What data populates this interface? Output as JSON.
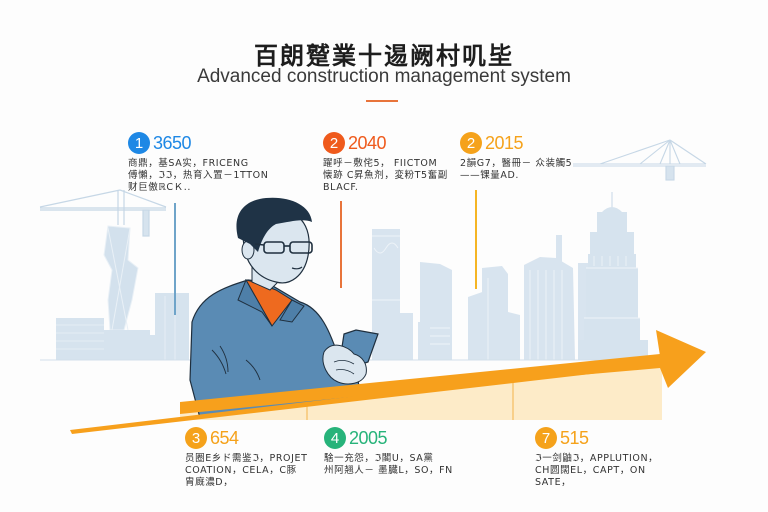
{
  "header": {
    "title_cn": "百朗蹵業十逷阙村叽坒",
    "title_en": "Advanced construction management system",
    "rule_color": "#e8743b"
  },
  "colors": {
    "arrow": "#f7a01c",
    "band": "#fdebc8",
    "skyline": "#d6e3ee",
    "skyline_line": "#bfd2e2",
    "jacket": "#5a8bb4",
    "shirt": "#ee6a1f",
    "hair": "#1f3346",
    "skin": "#dbe6ef"
  },
  "milestones": [
    {
      "number": "1",
      "value": "3650",
      "color": "#1e88e5",
      "desc": "商鼎，基SA实，FRICENG\n傅懶，ℑℑ，热育入置－1TTON\n财巨傲ℝCＫ..",
      "position": "top"
    },
    {
      "number": "2",
      "value": "2040",
      "color": "#ef5a1c",
      "desc": "躍呼－敷侘5，  FIICTOM\n懐跡 C昇魚剂，変粉T5奮副\nBLACF.",
      "position": "top"
    },
    {
      "number": "2",
      "value": "2015",
      "color": "#f5a21b",
      "desc": "2韻G7，醫冊－ 众装觸5\n——锞量AD.",
      "position": "top"
    },
    {
      "number": "3",
      "value": "654",
      "color": "#f5a21b",
      "desc": "员圈E乡ド需鉴ℑ，PROJET\nCOATION，CELA，C豚\n胄廐濃D，",
      "position": "bottom"
    },
    {
      "number": "4",
      "value": "2005",
      "color": "#27b37a",
      "desc": "騇一充怨，ℑ閣U，SA黨\n州阿翘人－ 墨臓L，SO，FN",
      "position": "bottom"
    },
    {
      "number": "7",
      "value": "515",
      "color": "#f5a21b",
      "desc": "ℑ一剑鼬ℑ，APPLUTION，\nCH圆闊EL，CAPT，ON\nSATE，",
      "position": "bottom"
    }
  ]
}
